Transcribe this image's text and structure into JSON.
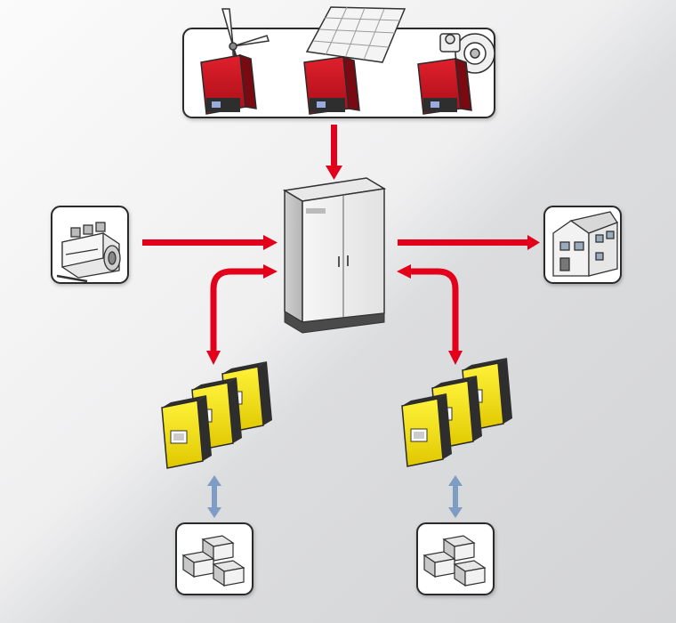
{
  "diagram": {
    "colors": {
      "background_light": "#fafafa",
      "background_dark": "#d8d9db",
      "power_arrow": "#e2001a",
      "data_arrow": "#7f9cc4",
      "inverter_red": "#cc1422",
      "inverter_yellow": "#f2dc00",
      "panel_outline": "#2a2a2a"
    },
    "nodes": [
      {
        "id": "generation-sources",
        "icon": "wind-solar-hydro-inverters-icon"
      },
      {
        "id": "cabinet",
        "icon": "multicluster-box-icon"
      },
      {
        "id": "generator",
        "icon": "diesel-generator-icon"
      },
      {
        "id": "house",
        "icon": "house-load-icon"
      },
      {
        "id": "battery-inverters-left",
        "icon": "battery-inverter-cluster-icon"
      },
      {
        "id": "battery-inverters-right",
        "icon": "battery-inverter-cluster-icon"
      },
      {
        "id": "batteries-left",
        "icon": "battery-bank-icon"
      },
      {
        "id": "batteries-right",
        "icon": "battery-bank-icon"
      }
    ],
    "connections": [
      {
        "from": "generation-sources",
        "to": "cabinet",
        "kind": "power"
      },
      {
        "from": "generator",
        "to": "cabinet",
        "kind": "power"
      },
      {
        "from": "cabinet",
        "to": "house",
        "kind": "power"
      },
      {
        "from": "battery-inverters-left",
        "to": "cabinet",
        "kind": "power",
        "bidirectional": true
      },
      {
        "from": "battery-inverters-right",
        "to": "cabinet",
        "kind": "power",
        "bidirectional": true
      },
      {
        "from": "battery-inverters-left",
        "to": "batteries-left",
        "kind": "dc",
        "bidirectional": true
      },
      {
        "from": "battery-inverters-right",
        "to": "batteries-right",
        "kind": "dc",
        "bidirectional": true
      }
    ]
  }
}
